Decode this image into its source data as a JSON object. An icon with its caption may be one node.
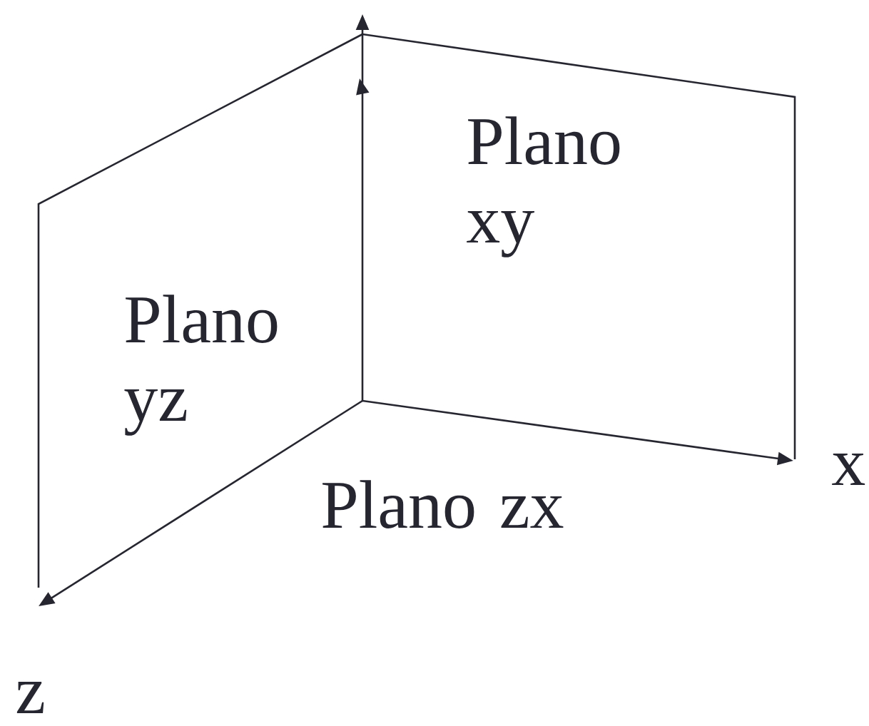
{
  "diagram": {
    "labels": [
      "Plano xy",
      "Plano yz",
      "x",
      "Plano zx",
      "z"
    ]
  }
}
